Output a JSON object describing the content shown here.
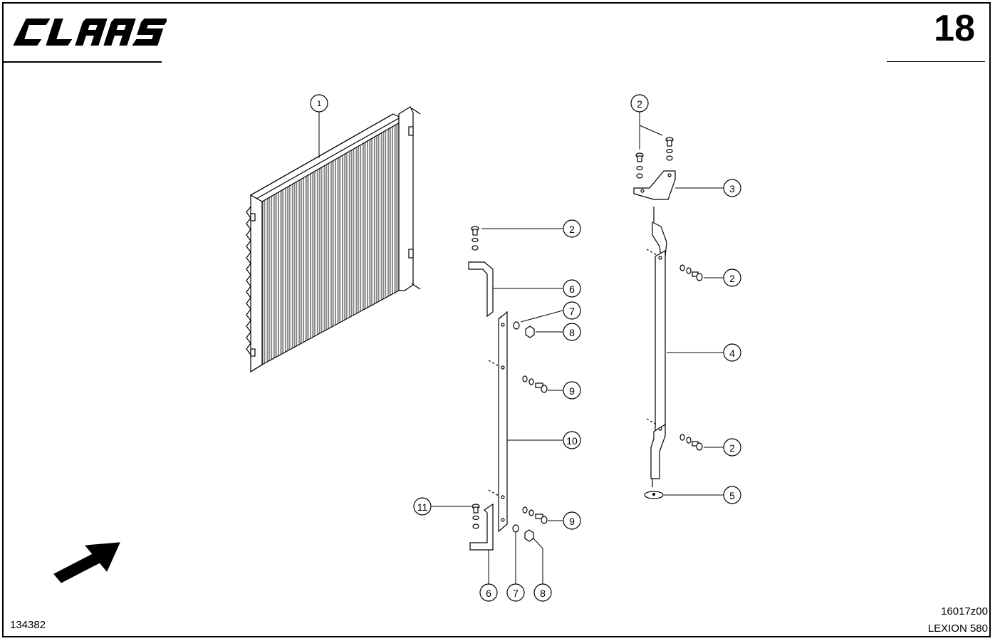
{
  "header": {
    "brand": "CLAAS",
    "page_number": "18"
  },
  "footer": {
    "drawing_number": "134382",
    "figure_code": "16017z00",
    "model": "LEXION 580"
  },
  "callouts": {
    "c1": "1",
    "c2a": "2",
    "c2b": "2",
    "c2c": "2",
    "c2d": "2",
    "c3": "3",
    "c4": "4",
    "c5": "5",
    "c6a": "6",
    "c6b": "6",
    "c7a": "7",
    "c7b": "7",
    "c8a": "8",
    "c8b": "8",
    "c9a": "9",
    "c9b": "9",
    "c10": "10",
    "c11": "11"
  },
  "colors": {
    "line": "#000000",
    "background": "#ffffff"
  },
  "icons": {
    "direction": "arrow-direction-icon"
  }
}
